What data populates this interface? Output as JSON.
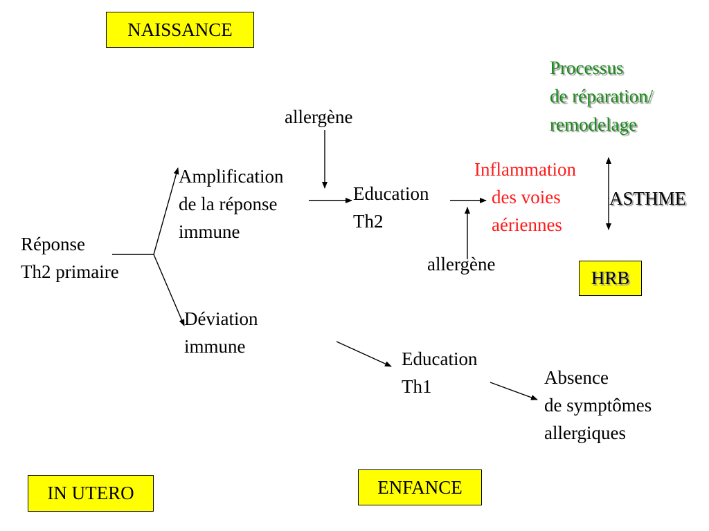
{
  "boxes": {
    "naissance": "NAISSANCE",
    "in_utero": "IN UTERO",
    "enfance": "ENFANCE",
    "hrb": "HRB"
  },
  "nodes": {
    "reponse": [
      "Réponse",
      "Th2 primaire"
    ],
    "amplification": [
      "Amplification",
      "de la réponse",
      "immune"
    ],
    "deviation": [
      "Déviation",
      "immune"
    ],
    "allergene_top": "allergène",
    "allergene_bottom": "allergène",
    "education_th2": [
      "Education",
      "Th2"
    ],
    "education_th1": [
      "Education",
      "Th1"
    ],
    "inflammation": [
      "Inflammation",
      "des voies",
      "aériennes"
    ],
    "processus": [
      "Processus",
      "de réparation/",
      "remodelage"
    ],
    "asthme": "ASTHME",
    "absence": [
      "Absence",
      "de symptômes",
      "allergiques"
    ]
  },
  "colors": {
    "box_fill": "#ffff00",
    "inflammation": "#ff1a1a",
    "processus": "#1a8a1a",
    "text": "#000000"
  }
}
